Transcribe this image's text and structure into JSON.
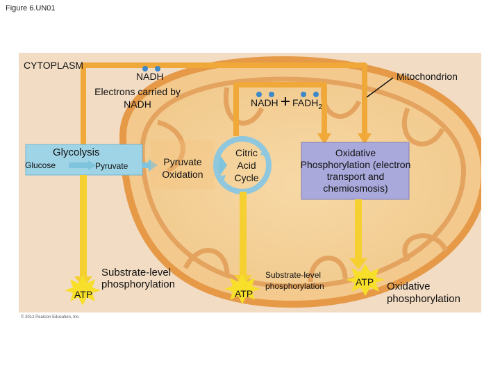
{
  "figure_label": "Figure 6.UN01",
  "labels": {
    "cytoplasm": "CYTOPLASM",
    "mitochondrion": "Mitochondrion",
    "nadh_top": "NADH",
    "electrons": "Electrons carried by NADH",
    "nadh_mid": "NADH",
    "fadh_prefix": "FADH",
    "fadh_sub": "2",
    "glycolysis": "Glycolysis",
    "glucose": "Glucose",
    "pyruvate": "Pyruvate",
    "pyruvate_oxidation": "Pyruvate Oxidation",
    "citric_acid_cycle": "Citric Acid Cycle",
    "oxidative_phosphorylation_box": "Oxidative Phosphorylation (electron transport and chemiosmosis)",
    "substrate_level_1": "Substrate-level phosphorylation",
    "atp_1": "ATP",
    "substrate_level_2": "Substrate-level phosphorylation",
    "atp_2": "ATP",
    "atp_3": "ATP",
    "oxidative_phosphorylation": "Oxidative phosphorylation",
    "copyright": "© 2012 Pearson Education, Inc."
  },
  "colors": {
    "cytoplasm_bg": "#f2dcc4",
    "mito_membrane": "#e69a48",
    "arrow_orange": "#f0a838",
    "arrow_yellow": "#f5d030",
    "glycolysis_box": "#9fd4e6",
    "oxphos_box": "#a9a9dc",
    "atp_burst": "#f7df2a",
    "electron_blue": "#3c88c8"
  }
}
